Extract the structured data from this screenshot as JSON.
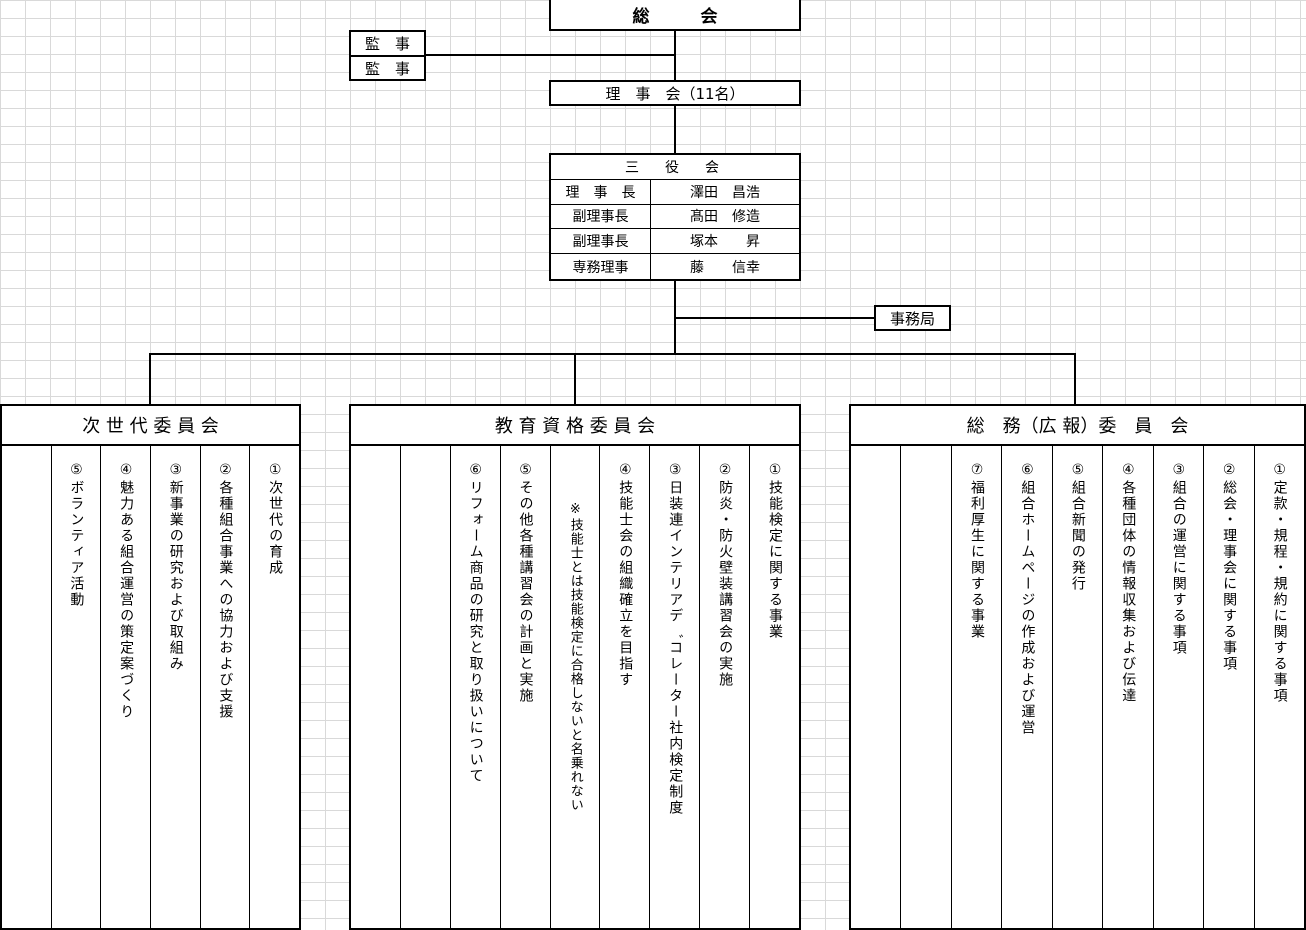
{
  "general_meeting": "総　　　会",
  "auditors": [
    "監　事",
    "監　事"
  ],
  "board": "理　事　会（11名）",
  "officers": {
    "title": "三　役　会",
    "rows": [
      {
        "role": "理　事　長",
        "name": "澤田　昌浩"
      },
      {
        "role": "副理事長",
        "name": "髙田　修造"
      },
      {
        "role": "副理事長",
        "name": "塚本　　昇"
      },
      {
        "role": "専務理事",
        "name": "藤　　信幸"
      }
    ]
  },
  "secretariat": "事務局",
  "committees": [
    {
      "title": "次 世 代 委 員 会",
      "columns": [
        "",
        "⑤ボランティア活動",
        "④魅力ある組合運営の策定案づくり",
        "③新事業の研究および取組み",
        "②各種組合事業への協力および支援",
        "①次世代の育成"
      ]
    },
    {
      "title": "教 育 資 格 委 員 会",
      "columns": [
        "",
        "",
        "⑥リフォーム商品の研究と取り扱いについて",
        "⑤その他各種講習会の計画と実施",
        "※技能士とは技能検定に合格しないと名乗れない",
        "④技能士会の組織確立を目指す",
        "③日装連インテリアデ゛コレーター社内検定制度",
        "②防炎・防火壁装講習会の実施",
        "①技能検定に関する事業"
      ]
    },
    {
      "title": "総　務（広 報）委　員　会",
      "columns": [
        "",
        "",
        "⑦福利厚生に関する事業",
        "⑥組合ホームページの作成および運営",
        "⑤組合新聞の発行",
        "④各種団体の情報収集および伝達",
        "③組合の運営に関する事項",
        "②総会・理事会に関する事項",
        "①定款・規程・規約に関する事項"
      ]
    }
  ]
}
